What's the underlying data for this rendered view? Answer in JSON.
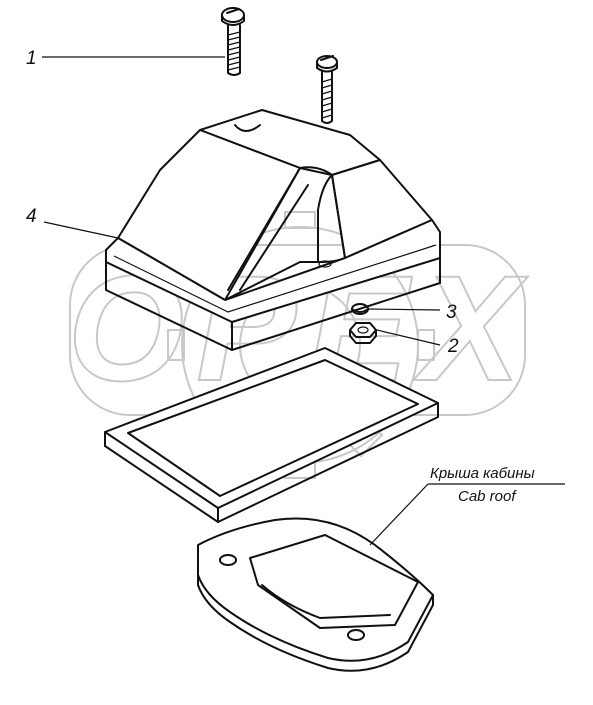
{
  "corner_mark": "",
  "callouts": [
    {
      "id": "1",
      "label": "1"
    },
    {
      "id": "2",
      "label": "2"
    },
    {
      "id": "3",
      "label": "3"
    },
    {
      "id": "4",
      "label": "4"
    }
  ],
  "cab_roof": {
    "label_ru": "Крыша кабины",
    "label_en": "Cab roof"
  },
  "watermark": {
    "text": "OPEX"
  },
  "colors": {
    "line": "#111111",
    "watermark": "#c8c8c8",
    "background": "#ffffff"
  }
}
